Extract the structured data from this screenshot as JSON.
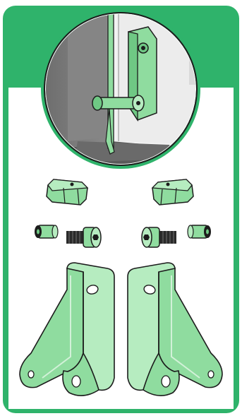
{
  "diagram": {
    "header_color": "#2fb36b",
    "part_fill": "#8fdc9f",
    "part_fill_light": "#b6ecc0",
    "part_stroke": "#1c1c1c",
    "wall_color": "#7a7a7a",
    "wall_dark": "#4f4f4f",
    "icons": [
      "hinge-assembly-closeup",
      "hex-standoff",
      "set-screw",
      "socket-head-bolt",
      "angle-bracket"
    ]
  }
}
